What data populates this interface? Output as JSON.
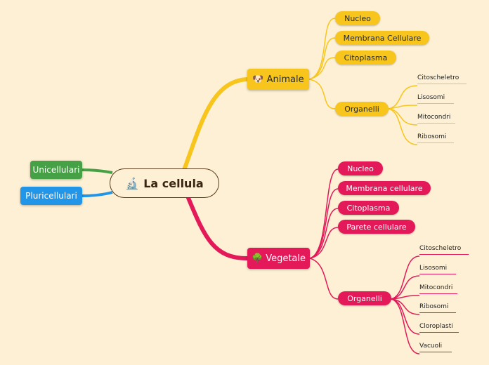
{
  "colors": {
    "background": "#fdf0d4",
    "animal_branch": "#f7c51b",
    "plant_branch": "#e3195a",
    "unicellular": "#46a046",
    "pluricellular": "#2196e8",
    "root_border": "#5a3a1a"
  },
  "root": {
    "label": "La cellula",
    "icon": "microscope-icon",
    "glyph": "🔬"
  },
  "left_topics": [
    {
      "label": "Unicellulari",
      "color": "#46a046"
    },
    {
      "label": "Pluricellulari",
      "color": "#2196e8"
    }
  ],
  "animale": {
    "label": "Animale",
    "icon": "dog-icon",
    "glyph": "🐶",
    "children": [
      "Nucleo",
      "Membrana Cellulare",
      "Citoplasma",
      "Organelli"
    ],
    "organelli": [
      "Citoscheletro",
      "Lisosomi",
      "Mitocondri",
      "Ribosomi"
    ]
  },
  "vegetale": {
    "label": "Vegetale",
    "icon": "tree-icon",
    "glyph": "🌳",
    "children": [
      "Nucleo",
      "Membrana cellulare",
      "Citoplasma",
      "Parete cellulare",
      "Organelli"
    ],
    "organelli": [
      "Citoscheletro",
      "Lisosomi",
      "Mitocondri",
      "Ribosomi",
      "Cloroplasti",
      "Vacuoli"
    ]
  }
}
